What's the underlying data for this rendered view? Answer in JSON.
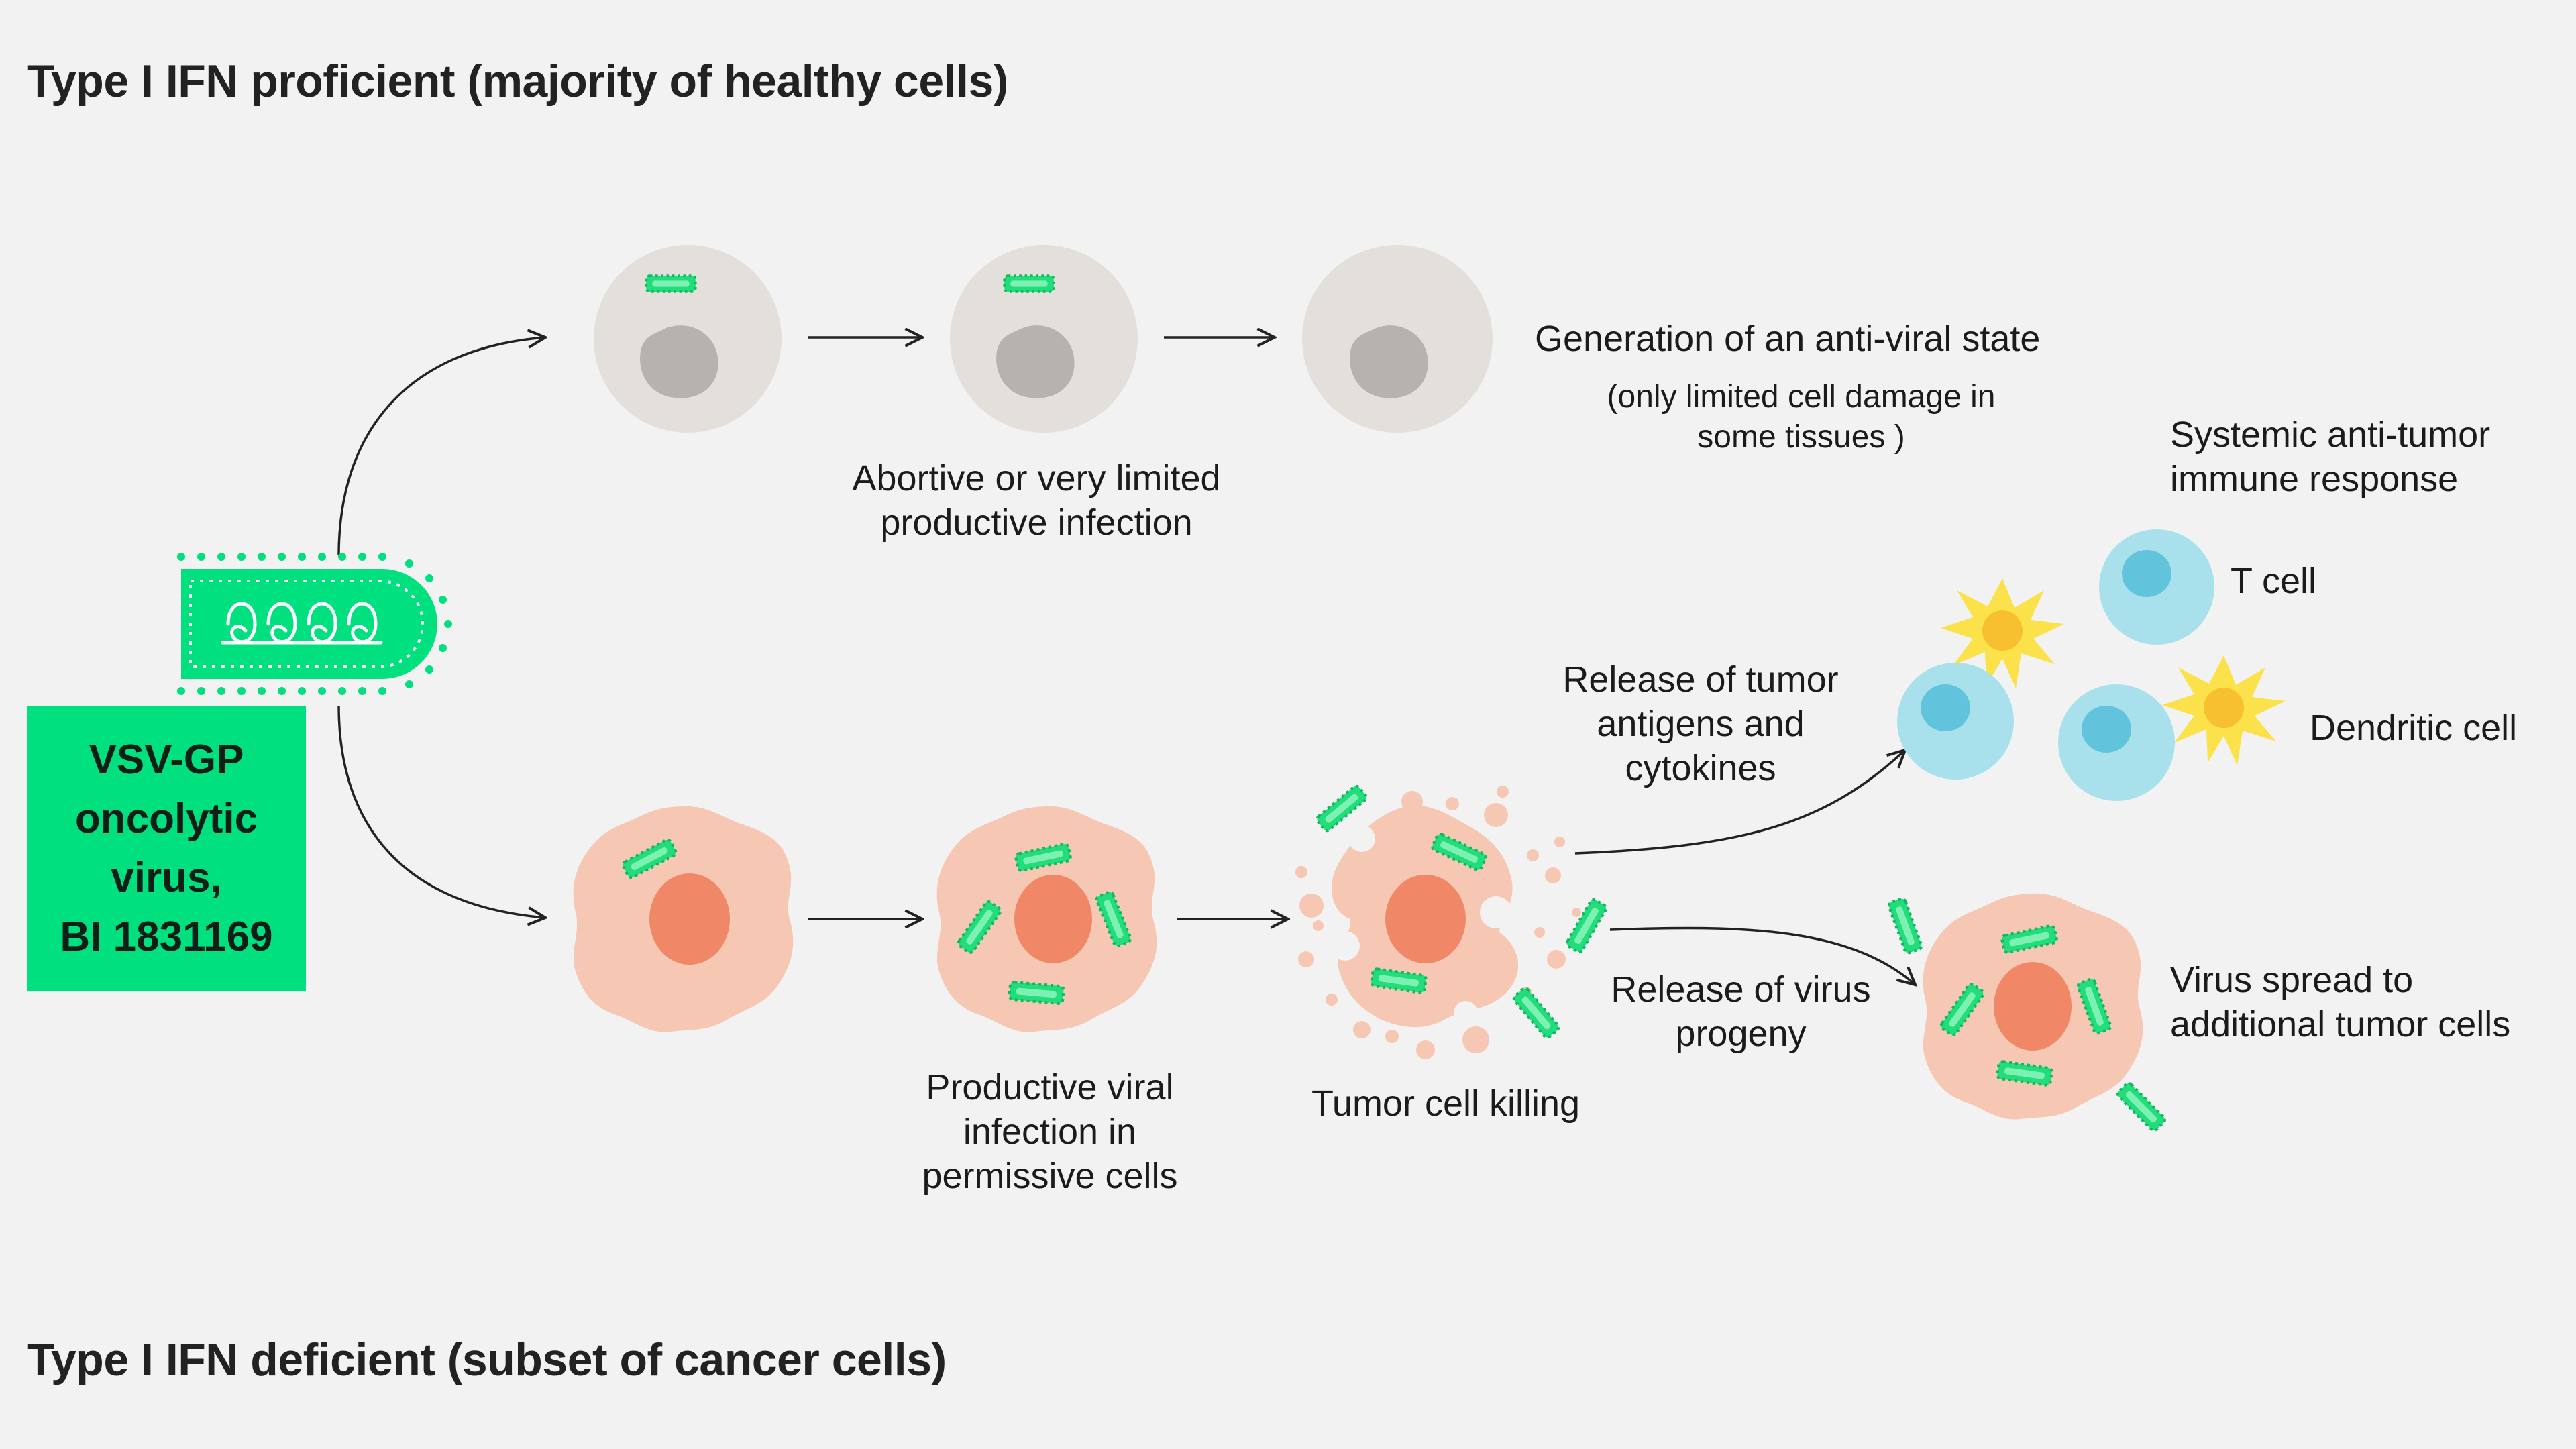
{
  "headings": {
    "top": "Type I IFN proficient (majority of healthy cells)",
    "bottom": "Type I IFN deficient (subset of cancer cells)"
  },
  "virus_box": {
    "label": "VSV-GP\noncolytic\nvirus,\nBI 1831169"
  },
  "labels": {
    "abortive": "Abortive or very limited productive infection",
    "antiviral_state": "Generation of an anti-viral state",
    "limited_damage": "(only limited cell damage in some tissues )",
    "systemic": "Systemic anti-tumor immune response",
    "t_cell": "T cell",
    "dendritic_cell": "Dendritic cell",
    "release_antigens": "Release of tumor antigens and cytokines",
    "productive_infection": "Productive viral infection in permissive cells",
    "tumor_killing": "Tumor cell killing",
    "release_progeny": "Release of virus progeny",
    "virus_spread": "Virus spread to additional tumor cells"
  },
  "colors": {
    "background": "#f2f2f2",
    "virus_green": "#00e07f",
    "virus_particle_fill": "#22dd7a",
    "healthy_cell": "#e3e0db",
    "healthy_nucleus": "#b6b2ae",
    "tumor_cell": "#f6c7b3",
    "tumor_nucleus": "#f08868",
    "t_cell": "#a8e0ec",
    "t_cell_nucleus": "#62c4dc",
    "dendritic_cell": "#fbe14a",
    "dendritic_nucleus": "#f7c031",
    "text": "#1b1b1b"
  },
  "icons": {
    "virus": "vsv-virus-icon",
    "healthy_cell": "healthy-cell-icon",
    "tumor_cell": "tumor-cell-icon",
    "t_cell": "t-cell-icon",
    "dendritic_cell": "dendritic-cell-icon"
  }
}
